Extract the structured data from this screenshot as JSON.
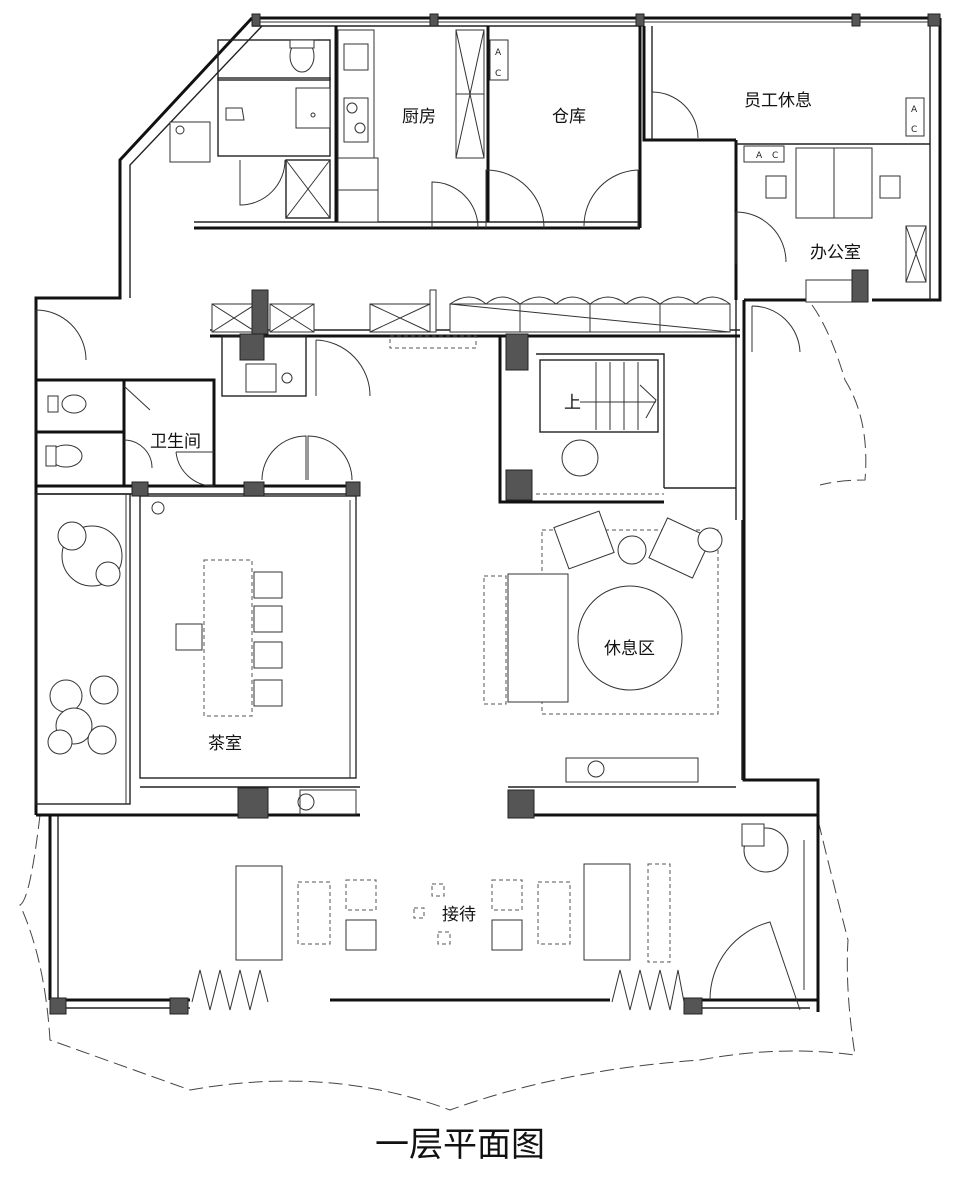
{
  "plan_title": "一层平面图",
  "rooms": {
    "kitchen": "厨房",
    "storage": "仓库",
    "staff_rest": "员工休息",
    "office": "办公室",
    "restroom": "卫生间",
    "tea_room": "茶室",
    "lounge": "休息区",
    "reception": "接待"
  },
  "stair_label": "上",
  "equipment_marks": {
    "kitchen_equipment": [
      "A",
      "C"
    ],
    "staff_equipment": [
      "A",
      "C"
    ],
    "office_equipment": [
      "A",
      "C"
    ]
  }
}
